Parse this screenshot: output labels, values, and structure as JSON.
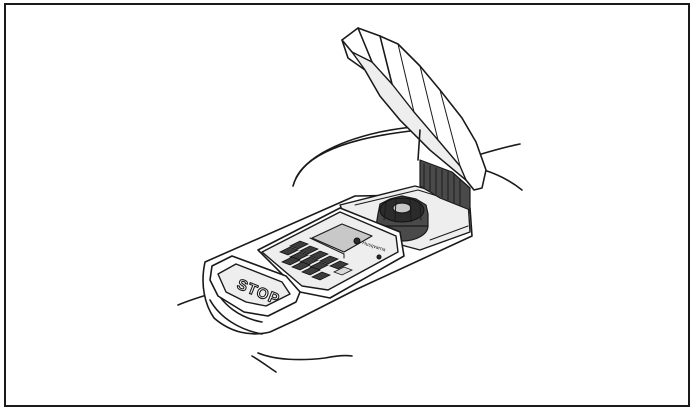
{
  "figure": {
    "subject": "robotic-lawn-mower-with-open-control-hatch",
    "stop_button_text": "STOP",
    "brand_mark_text": "Husqvarna",
    "colors": {
      "line": "#1a1a1a",
      "panel_fill": "#eeeeee",
      "display_fill": "#c8c8c8",
      "knob_fill": "#4a4a4a",
      "key_fill": "#3c3c3c"
    }
  }
}
